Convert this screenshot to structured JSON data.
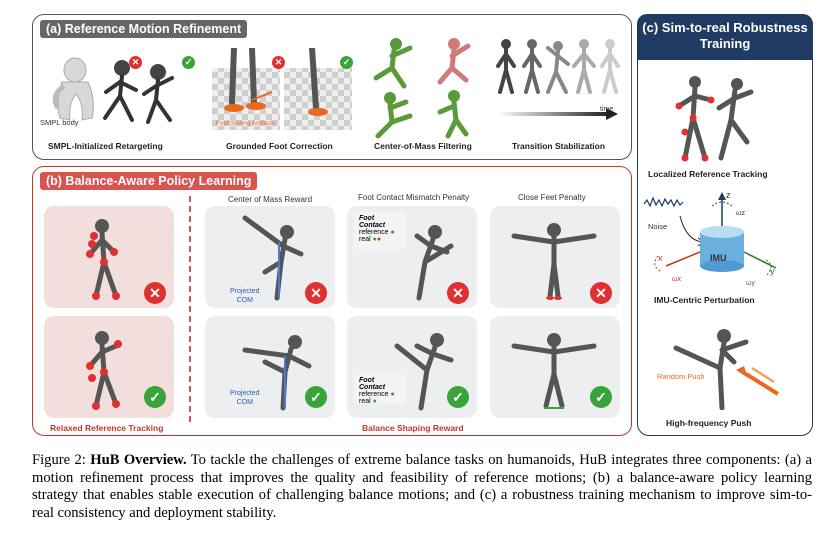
{
  "panel_a": {
    "tag": "(a) Reference Motion Refinement",
    "labels": {
      "smpl_body": "SMPL body",
      "foot_sliding": "Foot Sliding Artifacts",
      "time": "time"
    },
    "captions": [
      "SMPL-Initialized Retargeting",
      "Grounded Foot Correction",
      "Center-of-Mass Filtering",
      "Transition Stabilization"
    ]
  },
  "panel_b": {
    "tag": "(b) Balance-Aware Policy Learning",
    "headers": [
      "Center of Mass Reward",
      "Foot Contact Mismatch Penalty",
      "Close Feet Penalty"
    ],
    "projected_com": "Projected\nCOM",
    "foot_contact": {
      "title": "Foot Contact",
      "reference": "reference",
      "real": "real"
    },
    "captions": [
      "Relaxed Reference Tracking",
      "Balance Shaping Reward"
    ]
  },
  "panel_c": {
    "tag": "(c) Sim-to-real Robustness Training",
    "captions": [
      "Localized Reference Tracking",
      "IMU-Centric Perturbation",
      "High-frequency Push"
    ],
    "imu": {
      "noise": "Noise",
      "imu": "IMU",
      "z": "z",
      "x": "x",
      "y": "y",
      "wz": "ωz",
      "wx": "ωx",
      "wy": "ωy"
    },
    "random_push": "Random Push"
  },
  "caption": {
    "label": "Figure 2:",
    "title": "HuB Overview.",
    "text": " To tackle the challenges of extreme balance tasks on humanoids, HuB integrates three components: (a) a motion refinement process that improves the quality and feasibility of reference motions; (b) a balance-aware policy learning strategy that enables stable execution of challenging balance motions; and (c) a robustness training mechanism to improve sim-to-real consistency and deployment stability."
  },
  "colors": {
    "panel_a_border": "#555555",
    "panel_b_accent": "#d9534f",
    "panel_c_accent": "#1f3a63",
    "bad": "#e03131",
    "good": "#3aa33a"
  }
}
